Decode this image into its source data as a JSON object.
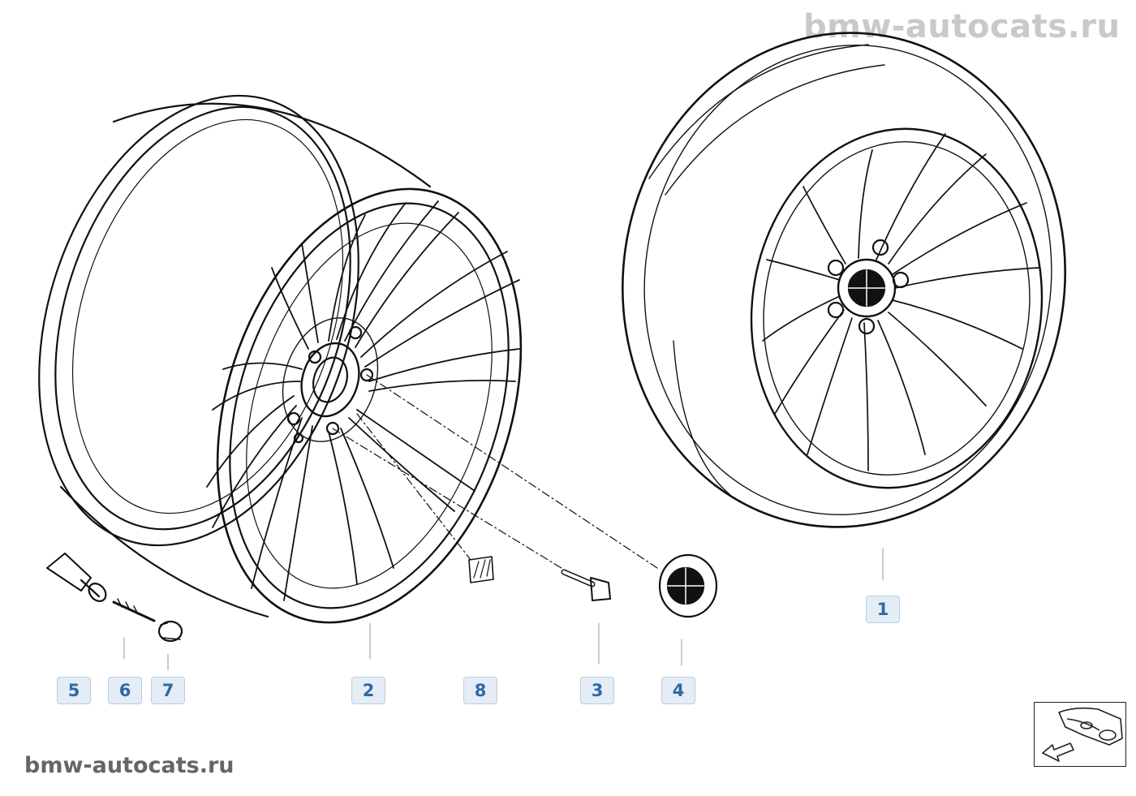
{
  "watermark": "bmw-autocats.ru",
  "callouts": [
    {
      "id": "1",
      "label": "1",
      "part": "complete-wheel"
    },
    {
      "id": "2",
      "label": "2",
      "part": "light-alloy-rim"
    },
    {
      "id": "3",
      "label": "3",
      "part": "wheel-bolt"
    },
    {
      "id": "4",
      "label": "4",
      "part": "hub-cap"
    },
    {
      "id": "5",
      "label": "5",
      "part": "valve"
    },
    {
      "id": "6",
      "label": "6",
      "part": "valve-insert"
    },
    {
      "id": "7",
      "label": "7",
      "part": "valve-cap"
    },
    {
      "id": "8",
      "label": "8",
      "part": "balance-weight"
    }
  ],
  "colors": {
    "callout_bg": "#e4ecf5",
    "callout_border": "#b9cde0",
    "callout_text": "#2e6aa3",
    "watermark_top": "#c9c9c9",
    "watermark_bottom": "#666666",
    "line_art": "#111111"
  },
  "nav": {
    "icon": "car-front-arrow-icon"
  }
}
